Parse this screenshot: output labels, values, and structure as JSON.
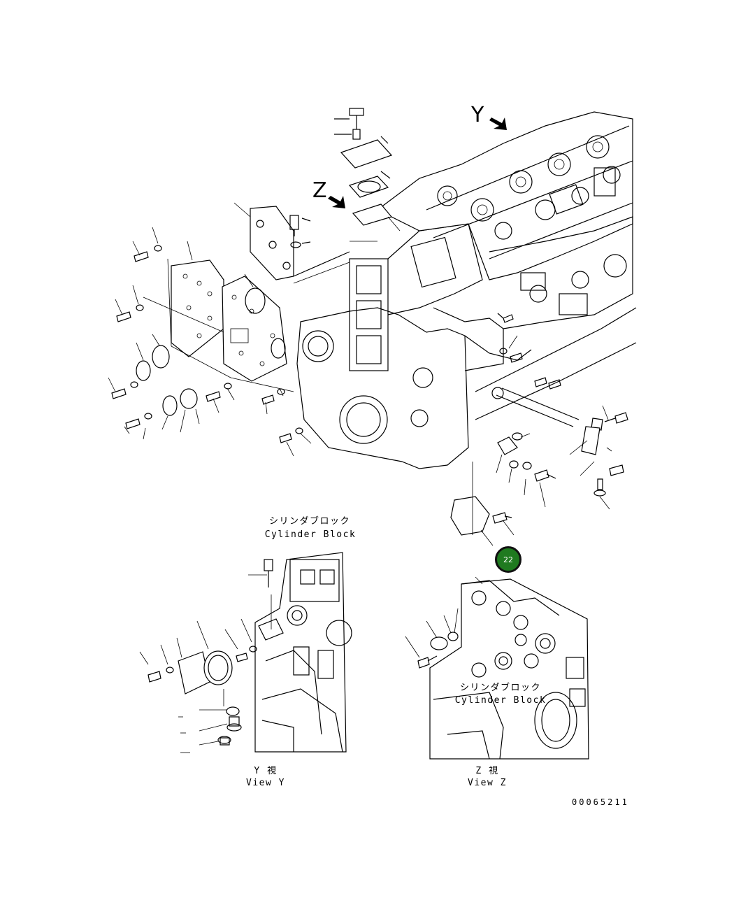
{
  "diagram": {
    "view_arrow_y": "Y",
    "view_arrow_z": "Z",
    "callout": "22",
    "detail_y": {
      "label_jp": "シリンダブロック",
      "label_en": "Cylinder Block",
      "caption_jp": "Y 視",
      "caption_en": "View Y"
    },
    "detail_z": {
      "label_jp": "シリンダブロック",
      "label_en": "Cylinder Block",
      "caption_jp": "Z 視",
      "caption_en": "View Z"
    },
    "drawing_number": "00065211"
  }
}
